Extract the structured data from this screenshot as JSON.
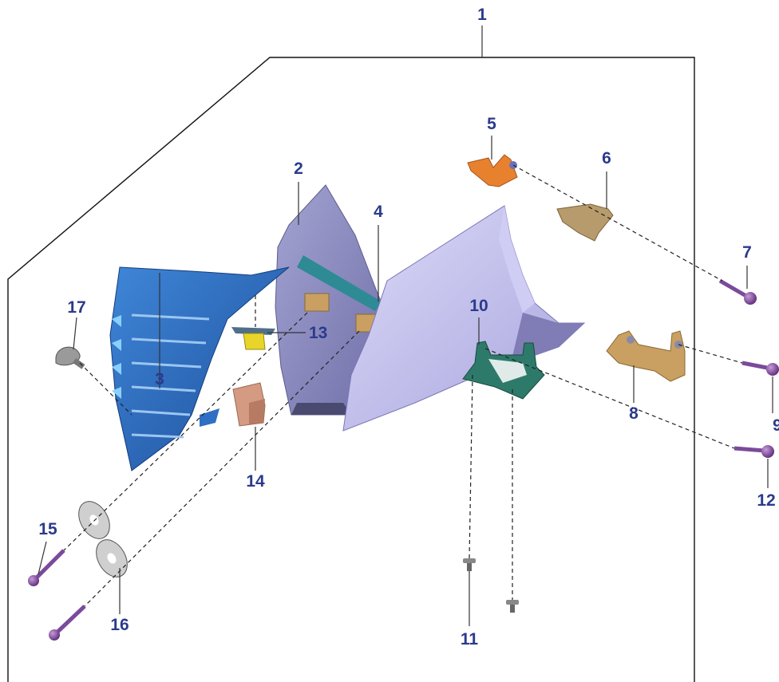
{
  "callouts": {
    "c1": "1",
    "c2": "2",
    "c3": "3",
    "c4": "4",
    "c5": "5",
    "c6": "6",
    "c7": "7",
    "c8": "8",
    "c9": "9",
    "c10": "10",
    "c11": "11",
    "c12": "12",
    "c13": "13",
    "c14": "14",
    "c15": "15",
    "c16": "16",
    "c17": "17"
  },
  "colors": {
    "callout_text": "#2b3a8c",
    "inner_panel": "#8e8fc8",
    "cowl_panel": "#b9b6ea",
    "intake_blue": "#2f6fc4",
    "bracket_orange": "#e8812e",
    "bracket_tan": "#b79b6c",
    "bracket_gold": "#c9a062",
    "bracket_green": "#2e7a6a",
    "bolt_purple": "#7b4a9a",
    "nut_copper": "#d49a82"
  }
}
